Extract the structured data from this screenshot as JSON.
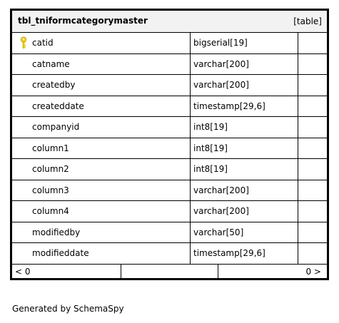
{
  "table": {
    "name": "tbl_tniformcategorymaster",
    "kind": "[table]",
    "columns": [
      {
        "name": "catid",
        "type": "bigserial[19]",
        "primary_key": true
      },
      {
        "name": "catname",
        "type": "varchar[200]"
      },
      {
        "name": "createdby",
        "type": "varchar[200]"
      },
      {
        "name": "createddate",
        "type": "timestamp[29,6]"
      },
      {
        "name": "companyid",
        "type": "int8[19]"
      },
      {
        "name": "column1",
        "type": "int8[19]"
      },
      {
        "name": "column2",
        "type": "int8[19]"
      },
      {
        "name": "column3",
        "type": "varchar[200]"
      },
      {
        "name": "column4",
        "type": "varchar[200]"
      },
      {
        "name": "modifiedby",
        "type": "varchar[50]"
      },
      {
        "name": "modifieddate",
        "type": "timestamp[29,6]"
      }
    ],
    "footer": {
      "left": "< 0",
      "right": "0 >"
    }
  },
  "generated_by": "Generated by SchemaSpy",
  "colors": {
    "border": "#000000",
    "header_bg": "#f2f2f2",
    "key_icon": "#f2d400"
  },
  "icons": {
    "primary_key": "key-icon"
  }
}
